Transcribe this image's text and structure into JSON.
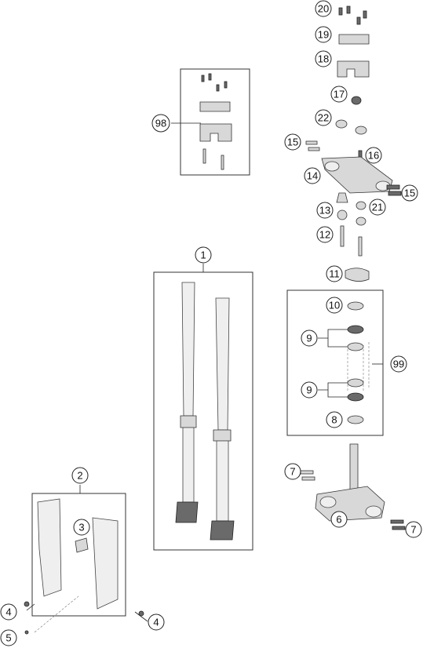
{
  "diagram": {
    "callouts": [
      {
        "id": "c20",
        "label": "20"
      },
      {
        "id": "c19",
        "label": "19"
      },
      {
        "id": "c18",
        "label": "18"
      },
      {
        "id": "c17",
        "label": "17"
      },
      {
        "id": "c22",
        "label": "22"
      },
      {
        "id": "c15a",
        "label": "15"
      },
      {
        "id": "c16",
        "label": "16"
      },
      {
        "id": "c14",
        "label": "14"
      },
      {
        "id": "c15b",
        "label": "15"
      },
      {
        "id": "c13",
        "label": "13"
      },
      {
        "id": "c21",
        "label": "21"
      },
      {
        "id": "c12",
        "label": "12"
      },
      {
        "id": "c11",
        "label": "11"
      },
      {
        "id": "c10",
        "label": "10"
      },
      {
        "id": "c9a",
        "label": "9"
      },
      {
        "id": "c99",
        "label": "99"
      },
      {
        "id": "c9b",
        "label": "9"
      },
      {
        "id": "c8",
        "label": "8"
      },
      {
        "id": "c98",
        "label": "98"
      },
      {
        "id": "c1",
        "label": "1"
      },
      {
        "id": "c7a",
        "label": "7"
      },
      {
        "id": "c6",
        "label": "6"
      },
      {
        "id": "c7b",
        "label": "7"
      },
      {
        "id": "c2",
        "label": "2"
      },
      {
        "id": "c3",
        "label": "3"
      },
      {
        "id": "c4a",
        "label": "4"
      },
      {
        "id": "c4b",
        "label": "4"
      },
      {
        "id": "c5",
        "label": "5"
      }
    ]
  }
}
